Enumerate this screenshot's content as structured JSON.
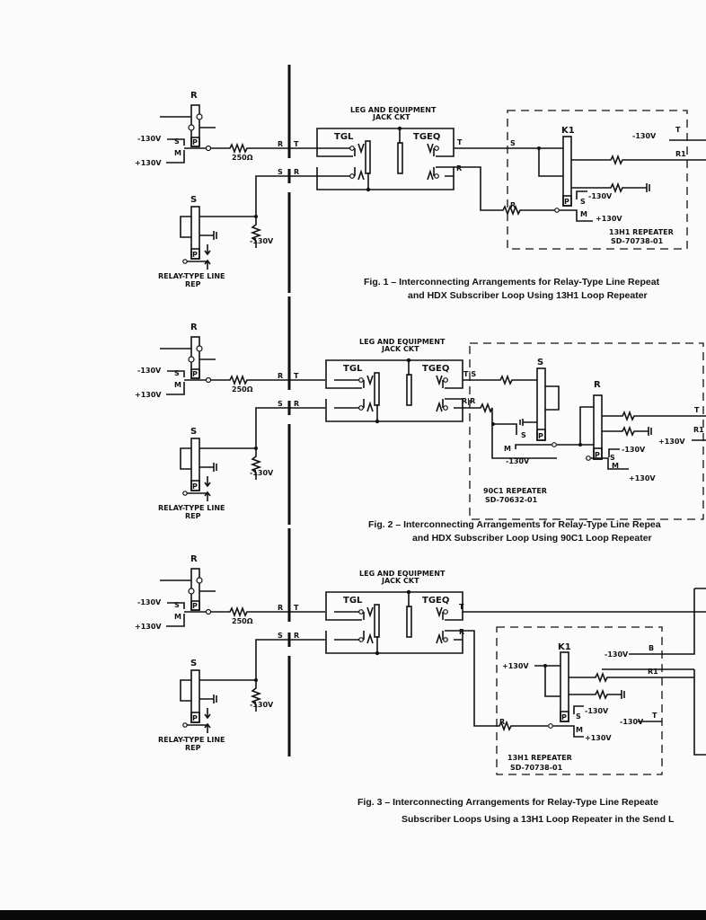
{
  "relay_rep": {
    "relay_r": "R",
    "relay_s": "S",
    "minus_130v": "-130V",
    "plus_130v": "+130V",
    "s_contact": "S",
    "m_contact": "M",
    "p_label": "P",
    "resistor": "250Ω",
    "bias_minus_130v": "-130V",
    "name_line1": "RELAY-TYPE LINE",
    "name_line2": "REP",
    "bar_r": "R",
    "bar_t": "T",
    "bar_s": "S",
    "bar_r2": "R"
  },
  "jack": {
    "title_line1": "LEG AND EQUIPMENT",
    "title_line2": "JACK CKT",
    "tgl": "TGL",
    "tgeq": "TGEQ",
    "t": "T",
    "r": "R"
  },
  "fig1": {
    "repeater_relay": "K1",
    "s": "S",
    "r": "R",
    "minus_130v_t": "-130V",
    "t": "T",
    "r1": "R1",
    "minus_130v": "-130V",
    "s_contact": "S",
    "m_contact": "M",
    "p_label": "P",
    "plus_130v": "+130V",
    "repeater_name": "13H1 REPEATER",
    "repeater_sd": "SD-70738-01",
    "caption_line1": "Fig. 1 – Interconnecting Arrangements for Relay-Type Line Repeat",
    "caption_line2": "and HDX Subscriber Loop Using 13H1 Loop Repeater"
  },
  "fig2": {
    "ts": "T|S",
    "rr": "R|R",
    "relay_s": "S",
    "relay_r": "R",
    "s_contact": "S",
    "m_contact": "M",
    "p_label": "P",
    "minus_130v_m": "-130V",
    "minus_130v_s": "-130V",
    "plus_130v_m": "+130V",
    "plus_130v_r1": "+130V",
    "t": "T",
    "r1": "R1",
    "repeater_name": "90C1 REPEATER",
    "repeater_sd": "SD-70632-01",
    "caption_line1": "Fig. 2 – Interconnecting Arrangements for Relay-Type Line Repea",
    "caption_line2": "and HDX Subscriber Loop Using 90C1 Loop Repeater"
  },
  "fig3": {
    "repeater_relay": "K1",
    "minus_130v_b": "-130V",
    "b": "B",
    "plus_130v_top": "+130V",
    "r1": "R1",
    "r": "R",
    "minus_130v_s": "-130V",
    "minus_130v_t": "-130V",
    "t": "T",
    "s_contact": "S",
    "m_contact": "M",
    "p_label": "P",
    "plus_130v_m": "+130V",
    "repeater_name": "13H1 REPEATER",
    "repeater_sd": "SD-70738-01",
    "caption_line1": "Fig. 3 – Interconnecting Arrangements for Relay-Type Line Repeate",
    "caption_line2": "Subscriber Loops Using a 13H1 Loop Repeater in the Send L"
  }
}
